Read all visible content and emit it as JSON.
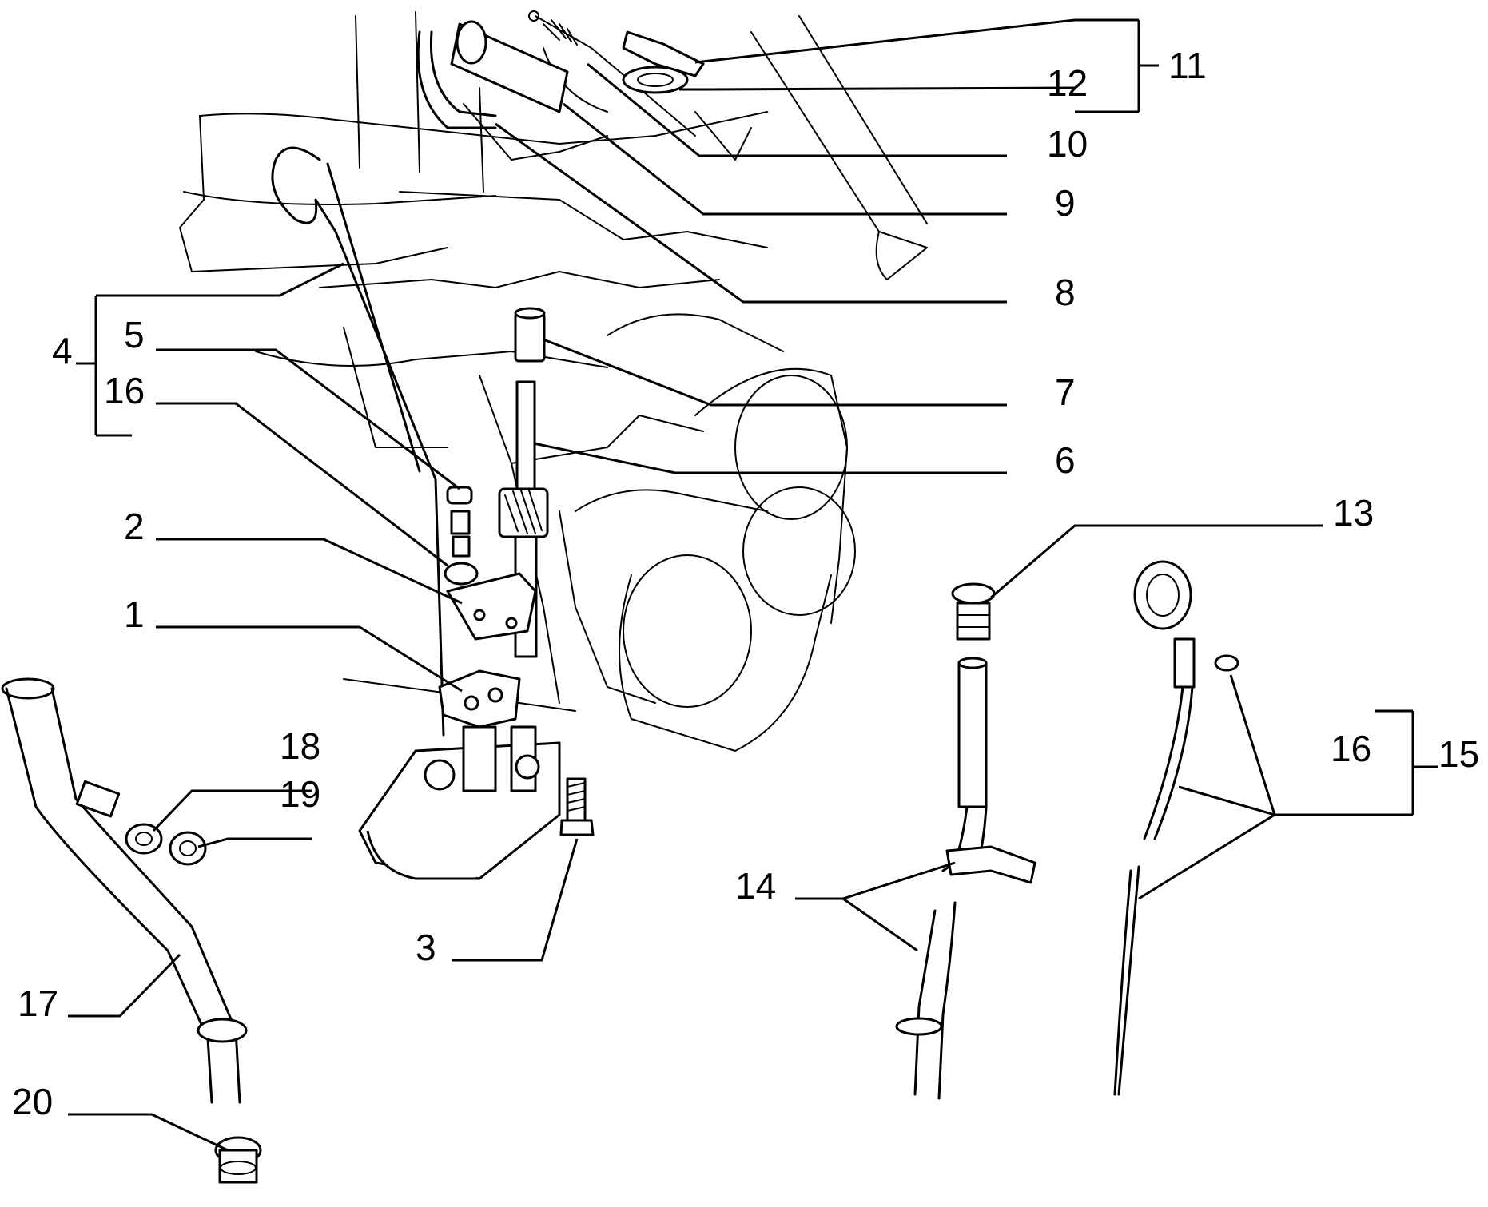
{
  "diagram": {
    "type": "exploded-parts-view",
    "callouts": [
      "1",
      "2",
      "3",
      "4",
      "5",
      "6",
      "7",
      "8",
      "9",
      "10",
      "11",
      "12",
      "13",
      "14",
      "15",
      "16",
      "16",
      "17",
      "18",
      "19",
      "20"
    ]
  }
}
